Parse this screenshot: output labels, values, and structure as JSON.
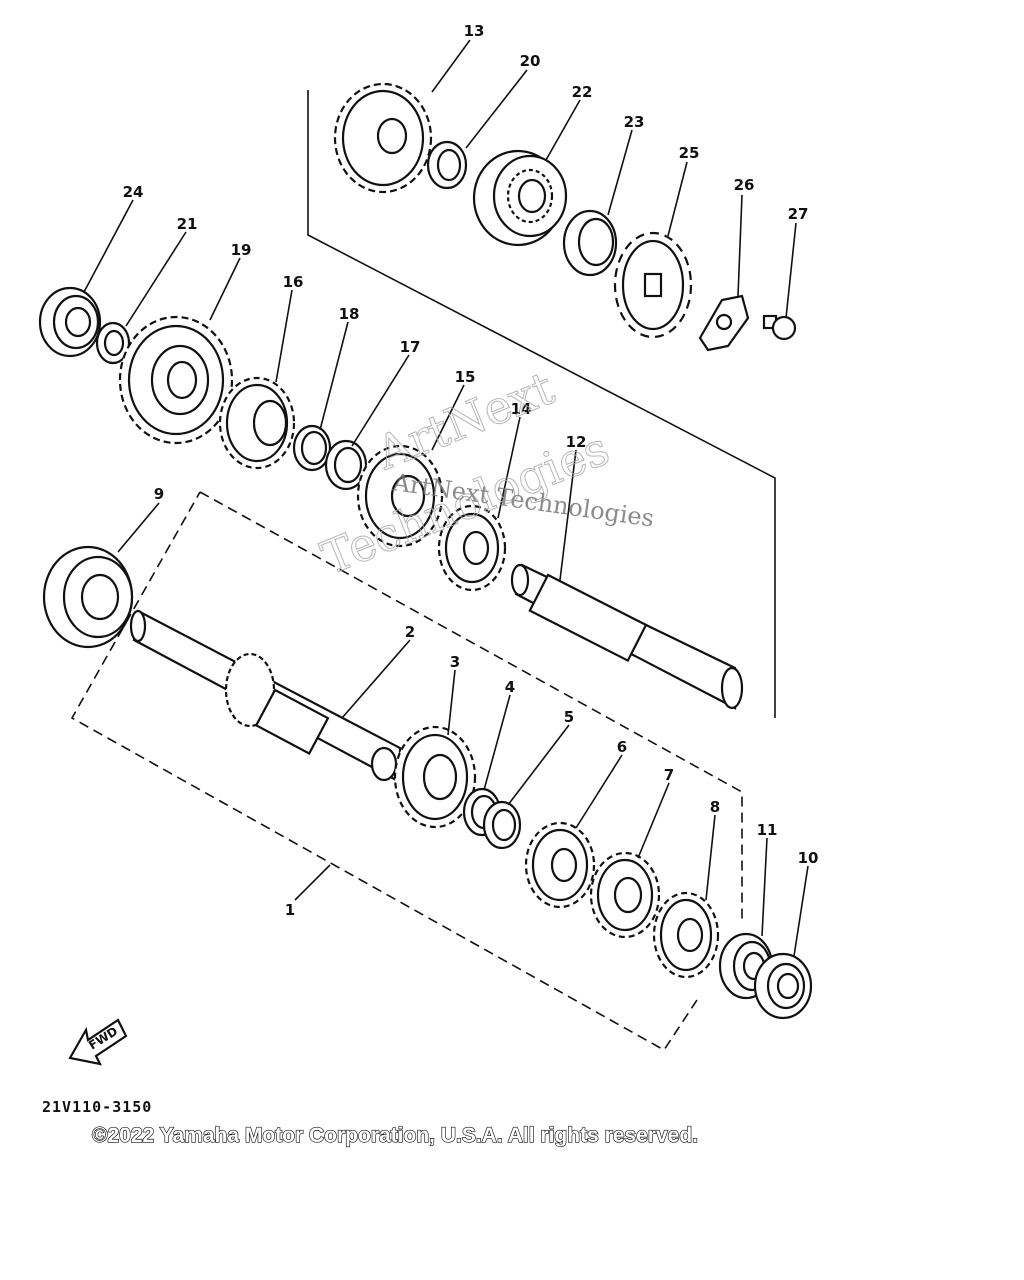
{
  "part_numbers": [
    "1",
    "2",
    "3",
    "4",
    "5",
    "6",
    "7",
    "8",
    "9",
    "10",
    "11",
    "12",
    "13",
    "14",
    "15",
    "16",
    "17",
    "18",
    "19",
    "20",
    "21",
    "22",
    "23",
    "24",
    "25",
    "26",
    "27"
  ],
  "diagram_code": "21V110-3150",
  "copyright": "©2022 Yamaha Motor Corporation, U.S.A. All rights reserved.",
  "fwd_label": "FWD",
  "watermark": {
    "line1": "ArtNext",
    "line2": "Technologies",
    "line3": "ArtNext Technologies"
  }
}
